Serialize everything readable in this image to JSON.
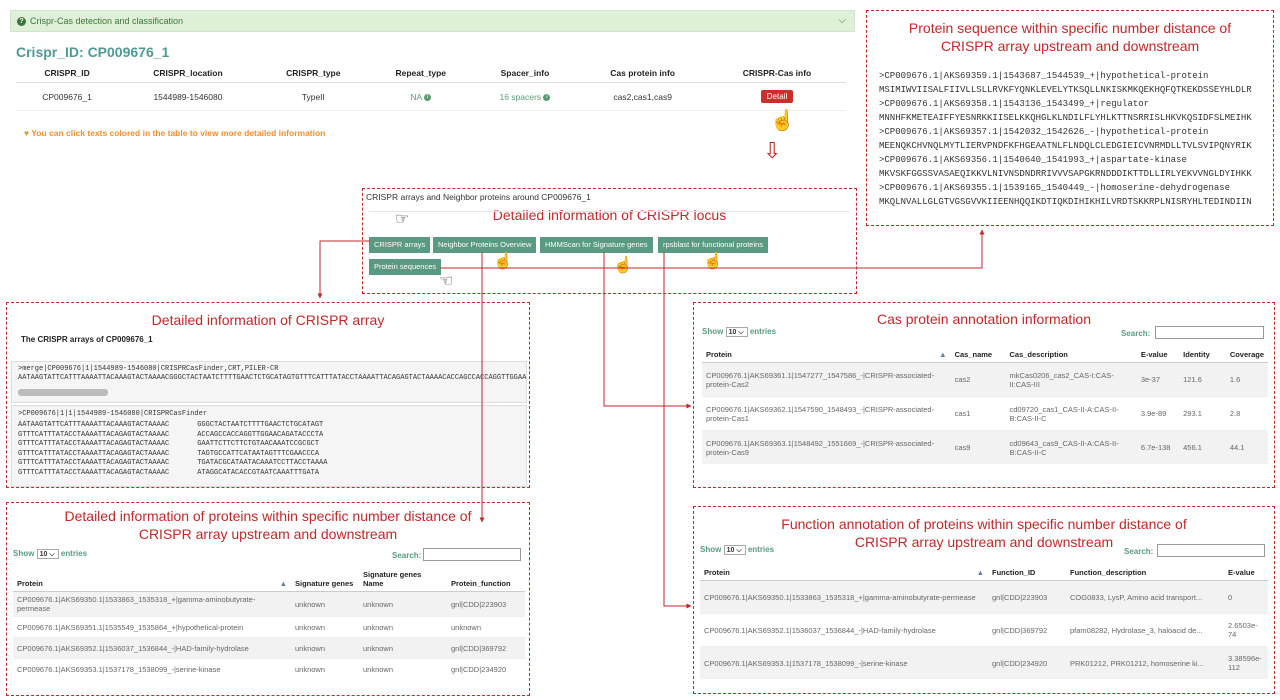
{
  "top_panel": {
    "bar_title": "Crispr-Cas detection and classification",
    "crispr_id_title": "Crispr_ID: CP009676_1",
    "columns": [
      "CRISPR_ID",
      "CRISPR_location",
      "CRISPR_type",
      "Repeat_type",
      "Spacer_info",
      "Cas protein info",
      "CRISPR-Cas info"
    ],
    "row": {
      "id": "CP009676_1",
      "location": "1544989-1546080",
      "type": "TypeII",
      "repeat": "NA",
      "spacer": "16 spacers",
      "cas": "cas2,cas1,cas9",
      "detail": "Detail"
    },
    "hint": "You can click texts colored in the table to view more detailed information"
  },
  "seq_panel": {
    "title": "Protein sequence within specific number distance of CRISPR array upstream and downstream",
    "lines": [
      ">CP009676.1|AKS69359.1|1543687_1544539_+|hypothetical-protein",
      "MSIMIWVIISALFIIVLLSLLRVKFYQNKLEVELYTKSQLLNKISKMKQEKHQFQTKEKDSSEYHLDLR",
      ">CP009676.1|AKS69358.1|1543136_1543499_+|regulator",
      "MNNHFKMETEAIFFYESNRKKIISELKKQHGLKLNDILFLYHLKTTNSRRISLHKVKQSIDFSLMEIHK",
      ">CP009676.1|AKS69357.1|1542032_1542626_-|hypothetical-protein",
      "MEENQKCHVNQLMYTLIERVPNDFKFHGEAATNLFLNDQLCLEDGIEICVNRMDLLTVLSVIPQNYRIK",
      ">CP009676.1|AKS69356.1|1540640_1541993_+|aspartate-kinase",
      "MKVSKFGGSSVASAEQIKKVLNIVNSDNDRRIVVVSAPGKRNDDDIKTTDLLIRLYEKVVNGLDYIHKK",
      ">CP009676.1|AKS69355.1|1539165_1540449_-|homoserine-dehydrogenase",
      "MKQLNVALLGLGTVGSGVVKIIEENHQQIKDTIQKDIHIKHILVRDTSKKRPLNISRYHLTEDINDIIN"
    ]
  },
  "locus_panel": {
    "header": "CRISPR arrays and Neighbor proteins around CP009676_1",
    "title": "Detailed information of CRISPR locus",
    "tabs": [
      "CRISPR arrays",
      "Neighbor Proteins Overview",
      "HMMScan for Signature genes",
      "rpsblast for functional proteins",
      "Protein sequences"
    ]
  },
  "array_panel": {
    "title": "Detailed information of CRISPR array",
    "subtitle": "The CRISPR arrays of CP009676_1",
    "merge_header": ">merge|CP009676|1|1544989-1546080|CRISPRCasFinder,CRT,PILER-CR",
    "merge_seq": "AATAAGTATTCATTTAAAATTACAAAGTACTAAAACGGGCTACTAATCTTTTGAACTCTGCATAGTGTTTCATTTATACCTAAAATTACAGAGTACTAAAACACCAGCCACCAGGTTGGAACAGATA",
    "finder_header": ">CP009676|1|1|1544989-1546080|CRISPRCasFinder",
    "finder_rows": [
      [
        "AATAAGTATTCATTTAAAATTACAAAGTACTAAAAC",
        "GGGCTACTAATCTTTTGAACTCTGCATAGT"
      ],
      [
        "GTTTCATTTATACCTAAAATTACAGAGTACTAAAAC",
        "ACCAGCCACCAGGTTGGAACAGATACCCTA"
      ],
      [
        "GTTTCATTTATACCTAAAATTACAGAGTACTAAAAC",
        "GAATTCTTCTTCTGTAACAAATCCGCGCT"
      ],
      [
        "GTTTCATTTATACCTAAAATTACAGAGTACTAAAAC",
        "TAGTGCCATTCATAATAGTTTCGAACCCA"
      ],
      [
        "GTTTCATTTATACCTAAAATTACAGAGTACTAAAAC",
        "TGATACGCATAATACAAATCCTTACCTAAAA"
      ],
      [
        "GTTTCATTTATACCTAAAATTACAGAGTACTAAAAC",
        "ATAGGCATACACCGTAATCAAATTTGATA"
      ]
    ]
  },
  "cas_panel": {
    "title": "Cas protein annotation information",
    "show": "Show",
    "show_val": "10",
    "entries": "entries",
    "search": "Search:",
    "columns": [
      "Protein",
      "Cas_name",
      "Cas_description",
      "E-value",
      "Identity",
      "Coverage"
    ],
    "rows": [
      [
        "CP009676.1|AKS69361.1|1547277_1547586_-|CRISPR-associated-protein-Cas2",
        "cas2",
        "mkCas0206_cas2_CAS-I:CAS-II:CAS-III",
        "3e-37",
        "121.6",
        "1.6"
      ],
      [
        "CP009676.1|AKS69362.1|1547590_1548493_-|CRISPR-associated-protein-Cas1",
        "cas1",
        "cd09720_cas1_CAS-II-A:CAS-II-B:CAS-II-C",
        "3.9e-89",
        "293.1",
        "2.8"
      ],
      [
        "CP009676.1|AKS69363.1|1548492_1551669_-|CRISPR-associated-protein-Cas9",
        "cas9",
        "cd09643_cas9_CAS-II-A:CAS-II-B:CAS-II-C",
        "6.7e-138",
        "456.1",
        "44.1"
      ]
    ]
  },
  "neighbor_panel": {
    "title": "Detailed information of proteins within specific number distance of CRISPR array upstream and downstream",
    "show": "Show",
    "show_val": "10",
    "entries": "entries",
    "search": "Search:",
    "columns": [
      "Protein",
      "Signature genes",
      "Signature genes Name",
      "Protein_function"
    ],
    "rows": [
      [
        "CP009676.1|AKS69350.1|1533863_1535318_+|gamma-aminobutyrate-permease",
        "unknown",
        "unknown",
        "gnl|CDD|223903"
      ],
      [
        "CP009676.1|AKS69351.1|1535549_1535864_+|hypothetical-protein",
        "unknown",
        "unknown",
        "unknown"
      ],
      [
        "CP009676.1|AKS69352.1|1536037_1536844_-|HAD-family-hydrolase",
        "unknown",
        "unknown",
        "gnl|CDD|369792"
      ],
      [
        "CP009676.1|AKS69353.1|1537178_1538099_-|serine-kinase",
        "unknown",
        "unknown",
        "gnl|CDD|234920"
      ]
    ]
  },
  "function_panel": {
    "title": "Function annotation of proteins within specific number distance of CRISPR array upstream and downstream",
    "show": "Show",
    "show_val": "10",
    "entries": "entries",
    "search": "Search:",
    "columns": [
      "Protein",
      "Function_ID",
      "Function_description",
      "E-value"
    ],
    "rows": [
      [
        "CP009676.1|AKS69350.1|1533863_1535318_+|gamma-aminobutyrate-permease",
        "gnl|CDD|223903",
        "COG0833, LysP, Amino acid transport...",
        "0"
      ],
      [
        "CP009676.1|AKS69352.1|1536037_1536844_-|HAD-family-hydrolase",
        "gnl|CDD|369792",
        "pfam08282, Hydrolase_3, haloacid de...",
        "2.6503e-74"
      ],
      [
        "CP009676.1|AKS69353.1|1537178_1538099_-|serine-kinase",
        "gnl|CDD|234920",
        "PRK01212, PRK01212, homoserine ki...",
        "3.38596e-112"
      ]
    ]
  },
  "colors": {
    "accent_red": "#c0282b",
    "green": "#5b9a82",
    "banner": "#dff0d8"
  }
}
